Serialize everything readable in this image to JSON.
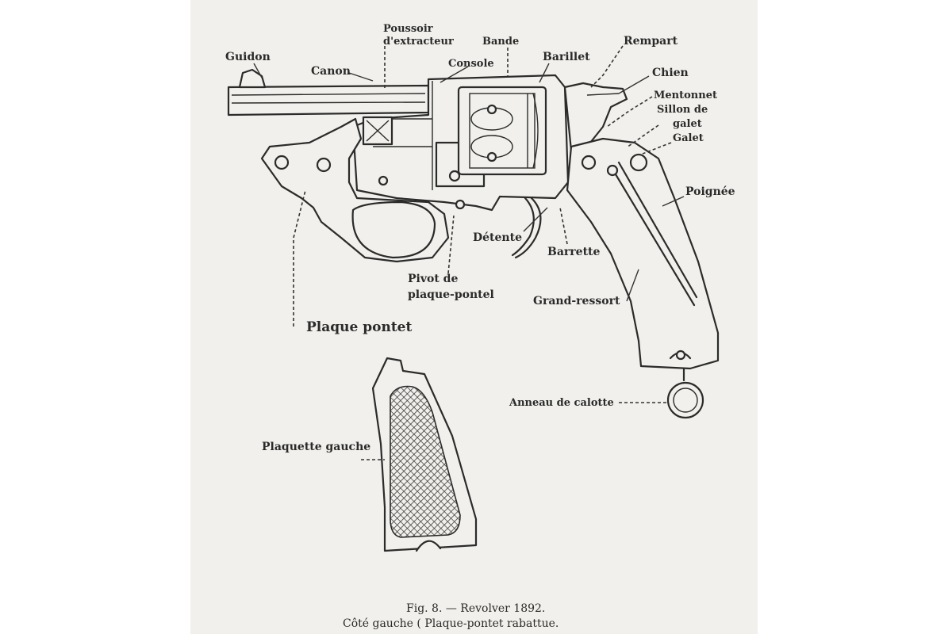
{
  "figure": {
    "labels": {
      "guidon": "Guidon",
      "canon": "Canon",
      "poussoir_1": "Poussoir",
      "poussoir_2": "d'extracteur",
      "console": "Console",
      "bande": "Bande",
      "barillet": "Barillet",
      "rempart": "Rempart",
      "chien": "Chien",
      "mentonnet": "Mentonnet",
      "sillon_1": "Sillon de",
      "sillon_2": "galet",
      "galet": "Galet",
      "poignee": "Poignée",
      "detente": "Détente",
      "barrette": "Barrette",
      "pivot_1": "Pivot de",
      "pivot_2": "plaque-pontel",
      "grand_ressort": "Grand-ressort",
      "plaque_pontet": "Plaque pontet",
      "anneau": "Anneau de calotte",
      "plaquette": "Plaquette gauche"
    },
    "caption": {
      "line1": "Fig. 8. — Revolver 1892.",
      "line2": "Côté gauche ( Plaque-pontet rabattue."
    }
  }
}
